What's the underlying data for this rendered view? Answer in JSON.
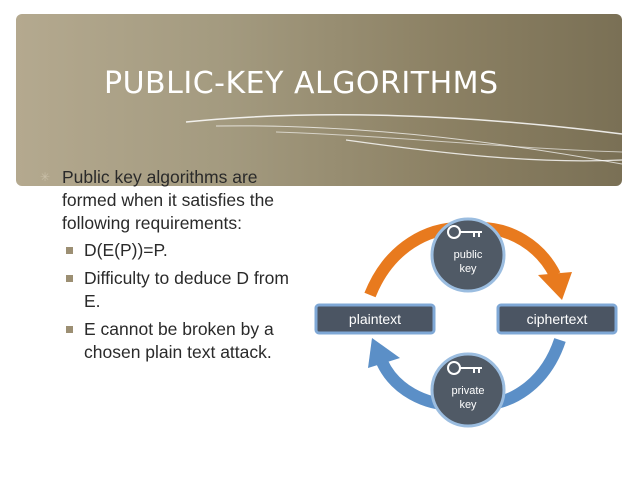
{
  "slide": {
    "title": "PUBLIC-KEY ALGORITHMS",
    "bullet": "Public key algorithms are formed when it satisfies the following requirements:",
    "sub_items": [
      "D(E(P))=P.",
      "Difficulty to deduce D from E.",
      "E cannot be broken by a chosen plain text attack."
    ]
  },
  "diagram": {
    "plaintext_label": "plaintext",
    "ciphertext_label": "ciphertext",
    "public_key_line1": "public",
    "public_key_line2": "key",
    "private_key_line1": "private",
    "private_key_line2": "key",
    "icon": "key-icon",
    "colors": {
      "forward_arrow": "#e87a1e",
      "backward_arrow": "#5b8fc7",
      "box_fill": "#4b5563",
      "box_border": "#7fa8d6",
      "circle_fill": "#505a66",
      "circle_border": "#9bbde0"
    }
  }
}
